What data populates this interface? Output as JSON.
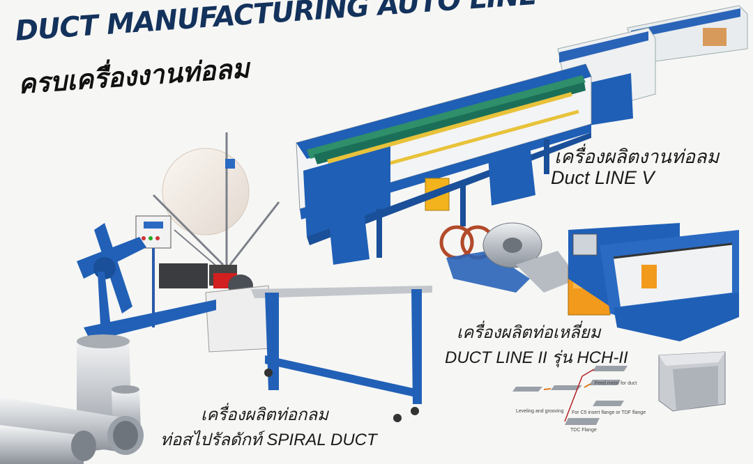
{
  "headline": {
    "title": "DUCT MANUFACTURING  AUTO LINE",
    "subtitle": "ครบเครื่องงานท่อลม"
  },
  "machines": {
    "line_v": {
      "caption_th": "เครื่องผลิตงานท่อลม",
      "caption_en": "Duct LINE V"
    },
    "line_ii": {
      "caption_th": "เครื่องผลิตท่อเหลี่ยม",
      "caption_en": "DUCT LINE II รุ่น HCH-II"
    },
    "spiral": {
      "caption_th": "เครื่องผลิตท่อกลม",
      "caption_en": "ท่อสไปรัลดักท์ SPIRAL DUCT"
    }
  },
  "process_diagram": {
    "steps": [
      "Feed metal for duct",
      "Leveling and grooving",
      "For C5 insert flange or TDF flange",
      "TDC Flange"
    ]
  },
  "colors": {
    "title_navy": "#13325c",
    "machine_blue": "#1f5fb5",
    "frame_white": "#f2f2f2",
    "cabinet_orange": "#f29a1c",
    "rail_yellow": "#e8c23a",
    "metal": "#c9ccd1"
  }
}
